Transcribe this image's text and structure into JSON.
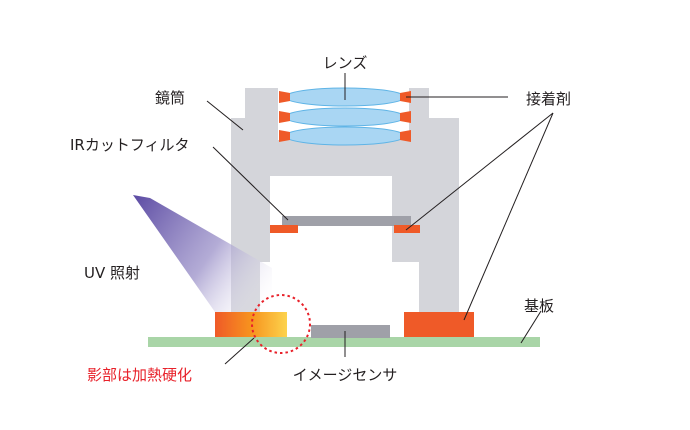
{
  "labels": {
    "lens": "レンズ",
    "barrel": "鏡筒",
    "ir_filter": "IRカットフィルタ",
    "adhesive": "接着剤",
    "uv": "UV 照射",
    "substrate": "基板",
    "shadow_cure": "影部は加熱硬化",
    "image_sensor": "イメージセンサ"
  },
  "colors": {
    "barrel": "#d4d5da",
    "lens": "#a9d6f3",
    "lens_stroke": "#5fb4e6",
    "adhesive": "#ef5a28",
    "filter": "#9fa0a8",
    "sensor": "#9fa0a8",
    "substrate": "#a9d5a7",
    "uv_light": "#5b4aa3",
    "shadow_ring": "#e8212a",
    "text": "#231f20",
    "text_red": "#e8212a"
  }
}
